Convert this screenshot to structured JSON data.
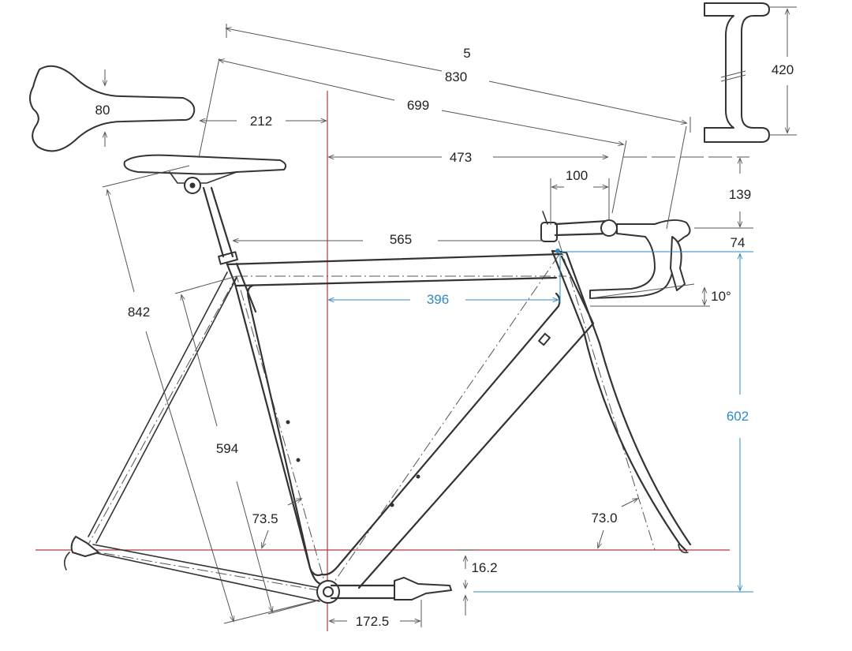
{
  "colors": {
    "accent": "#2e8bc9",
    "reference": "#b23a3a",
    "line": "#333333"
  },
  "labels": {
    "saddle_width": "80",
    "top_5": "5",
    "reach_830": "830",
    "reach_699": "699",
    "setback_212": "212",
    "stem_reach_473": "473",
    "stem_100": "100",
    "bar_drop_139": "139",
    "top_tube_565": "565",
    "stack_74": "74",
    "reach_396": "396",
    "bar_angle": "10°",
    "seat_height_842": "842",
    "seat_tube_594": "594",
    "seat_angle": "73.5",
    "head_angle": "73.0",
    "stack_602": "602",
    "bb_drop": "16.2",
    "crank_length": "172.5",
    "bar_width": "420"
  }
}
